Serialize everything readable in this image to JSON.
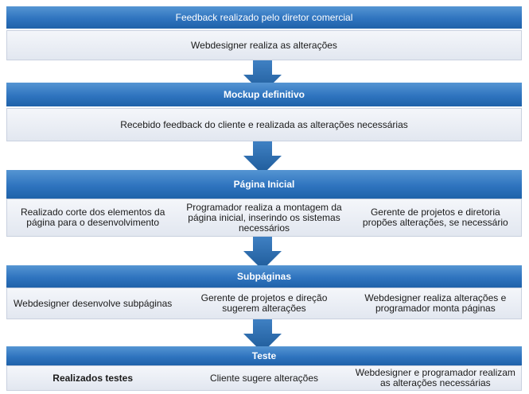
{
  "stages": [
    {
      "title": "Feedback realizado pelo diretor comercial",
      "title_bold": false,
      "items": [
        "Webdesigner realiza as alterações"
      ]
    },
    {
      "title": "Mockup definitivo",
      "title_bold": true,
      "items": [
        "Recebido feedback do cliente e realizada as alterações necessárias"
      ]
    },
    {
      "title": "Página Inicial",
      "title_bold": true,
      "items": [
        "Realizado corte dos elementos da página para o desenvolvimento",
        "Programador realiza a montagem da página inicial, inserindo os sistemas necessários",
        "Gerente de projetos e diretoria propões alterações, se necessário"
      ]
    },
    {
      "title": "Subpáginas",
      "title_bold": true,
      "items": [
        "Webdesigner desenvolve subpáginas",
        "Gerente de projetos e direção sugerem alterações",
        "Webdesigner realiza alterações e programador monta páginas"
      ]
    },
    {
      "title": "Teste",
      "title_bold": true,
      "items": [
        "Realizados testes",
        "Cliente sugere alterações",
        "Webdesigner e programador realizam as alterações necessárias"
      ]
    }
  ],
  "colors": {
    "header": "#2f74bf",
    "arrow": "#2a6aa9",
    "panel": "#e8ecf3"
  }
}
